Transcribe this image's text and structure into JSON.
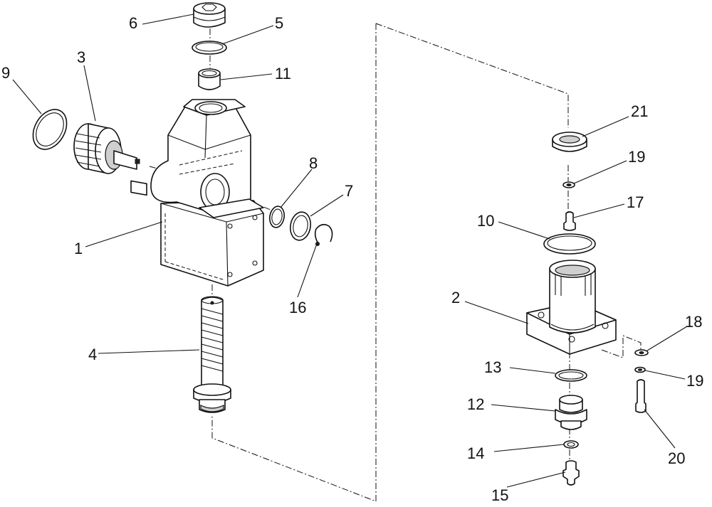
{
  "callouts": [
    {
      "id": "1",
      "label": "1"
    },
    {
      "id": "2",
      "label": "2"
    },
    {
      "id": "3",
      "label": "3"
    },
    {
      "id": "4",
      "label": "4"
    },
    {
      "id": "5",
      "label": "5"
    },
    {
      "id": "6",
      "label": "6"
    },
    {
      "id": "7",
      "label": "7"
    },
    {
      "id": "8",
      "label": "8"
    },
    {
      "id": "9",
      "label": "9"
    },
    {
      "id": "10",
      "label": "10"
    },
    {
      "id": "11",
      "label": "11"
    },
    {
      "id": "12",
      "label": "12"
    },
    {
      "id": "13",
      "label": "13"
    },
    {
      "id": "14",
      "label": "14"
    },
    {
      "id": "15",
      "label": "15"
    },
    {
      "id": "16",
      "label": "16"
    },
    {
      "id": "17",
      "label": "17"
    },
    {
      "id": "18",
      "label": "18"
    },
    {
      "id": "19a",
      "label": "19"
    },
    {
      "id": "19b",
      "label": "19"
    },
    {
      "id": "20",
      "label": "20"
    },
    {
      "id": "21",
      "label": "21"
    }
  ]
}
